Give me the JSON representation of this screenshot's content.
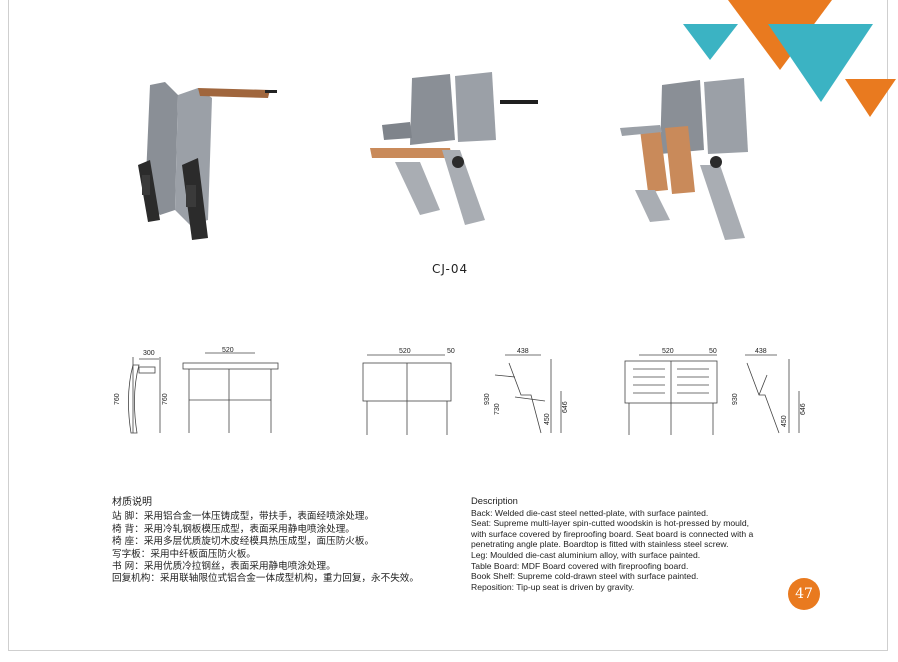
{
  "model_code": "CJ-04",
  "dimensions": {
    "d1_top": "300",
    "d1_height_left": "760",
    "d1_height_right": "760",
    "d2_width": "520",
    "d3_width": "520",
    "d3_gap": "50",
    "d4_depth": "438",
    "d4_h1": "930",
    "d4_h2": "730",
    "d4_h3": "450",
    "d4_h4": "646",
    "d5_width": "520",
    "d5_gap": "50",
    "d6_depth": "438",
    "d6_h1": "930",
    "d6_h2": "450",
    "d6_h3": "646"
  },
  "cn": {
    "title": "材质说明",
    "lines": [
      "站  脚：采用铝合金一体压铸成型，带扶手，表面经喷涂处理。",
      "椅  背：采用冷轧钢板模压成型，表面采用静电喷涂处理。",
      "椅  座：采用多层优质旋切木皮经模具热压成型，面压防火板。",
      "写字板：采用中纤板面压防火板。",
      "书  网：采用优质冷拉钢丝，表面采用静电喷涂处理。",
      "回复机构：采用联轴限位式铝合金一体成型机构，重力回复，永不失效。"
    ]
  },
  "en": {
    "title": "Description",
    "lines": [
      "Back: Welded die-cast steel netted-plate, with surface painted.",
      "Seat: Supreme multi-layer spin-cutted woodskin is hot-pressed by mould,",
      "with surface covered by fireproofing board. Seat board is connected with a",
      "penetrating angle plate. Boardtop is fitted with stainless steel screw.",
      "Leg: Moulded die-cast aluminium alloy, with surface painted.",
      "Table Board: MDF Board covered with fireproofing board.",
      "Book Shelf: Supreme cold-drawn steel with surface painted.",
      "Reposition: Tip-up seat is driven by gravity."
    ]
  },
  "page_number": "47",
  "colors": {
    "teal": "#3bb3c3",
    "orange": "#e97a1f",
    "seat_gray": "#8a8f96",
    "wood": "#c98a5a"
  }
}
